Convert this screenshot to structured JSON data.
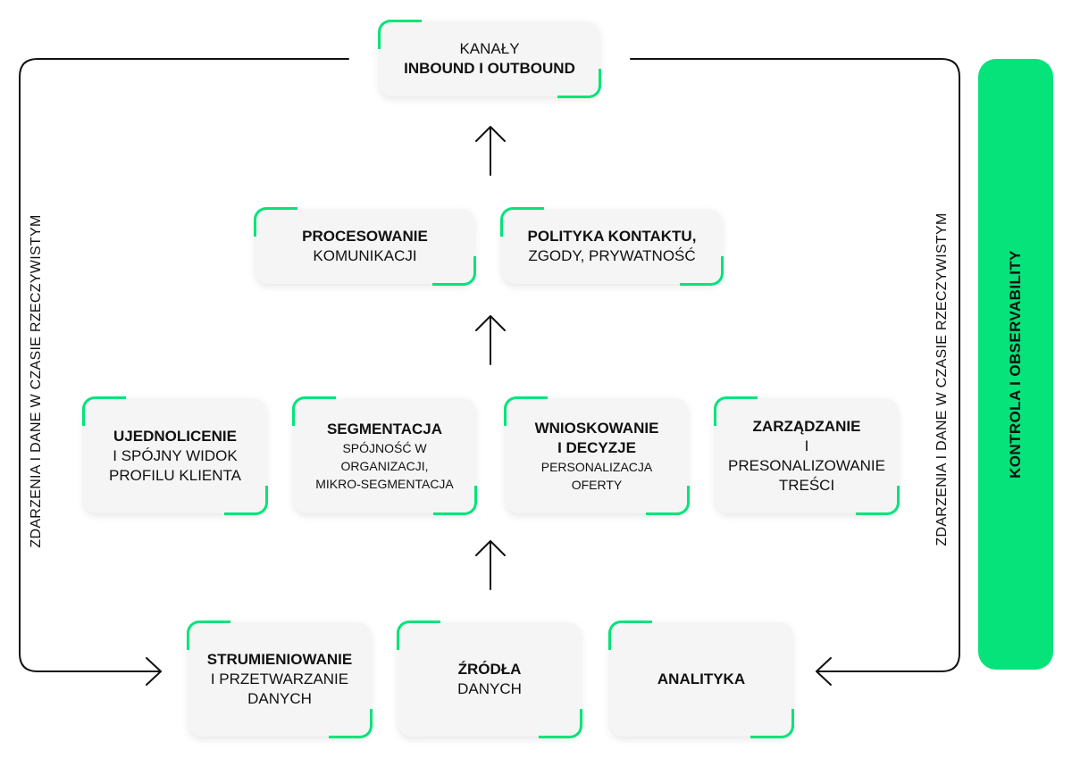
{
  "top": {
    "line1": "KANAŁY",
    "line2": "INBOUND I OUTBOUND"
  },
  "row2": [
    {
      "title": "PROCESOWANIE",
      "sub": "KOMUNIKACJI"
    },
    {
      "title": "POLITYKA KONTAKTU,",
      "sub": "ZGODY, PRYWATNOŚĆ"
    }
  ],
  "row3": [
    {
      "title": "UJEDNOLICENIE",
      "sub1": "I SPÓJNY WIDOK",
      "sub2": "PROFILU KLIENTA"
    },
    {
      "title": "SEGMENTACJA",
      "sub1": "SPÓJNOŚĆ W ORGANIZACJI,",
      "sub2": "MIKRO-SEGMENTACJA"
    },
    {
      "title1": "WNIOSKOWANIE",
      "title2": "I DECYZJE",
      "sub": "PERSONALIZACJA OFERTY"
    },
    {
      "title": "ZARZĄDZANIE",
      "sub1": "I PRESONALIZOWANIE",
      "sub2": "TREŚCI"
    }
  ],
  "row4": [
    {
      "title": "STRUMIENIOWANIE",
      "sub1": "I PRZETWARZANIE",
      "sub2": "DANYCH"
    },
    {
      "title": "ŹRÓDŁA",
      "sub": "DANYCH"
    },
    {
      "title": "ANALITYKA"
    }
  ],
  "side_label_left": "ZDARZENIA I DANE W CZASIE RZECZYWISTYM",
  "side_label_right": "ZDARZENIA I DANE W CZASIE RZECZYWISTYM",
  "control_bar": "KONTROLA I OBSERVABILITY",
  "colors": {
    "accent": "#05e37a",
    "card": "#f5f5f5",
    "line": "#111111"
  }
}
